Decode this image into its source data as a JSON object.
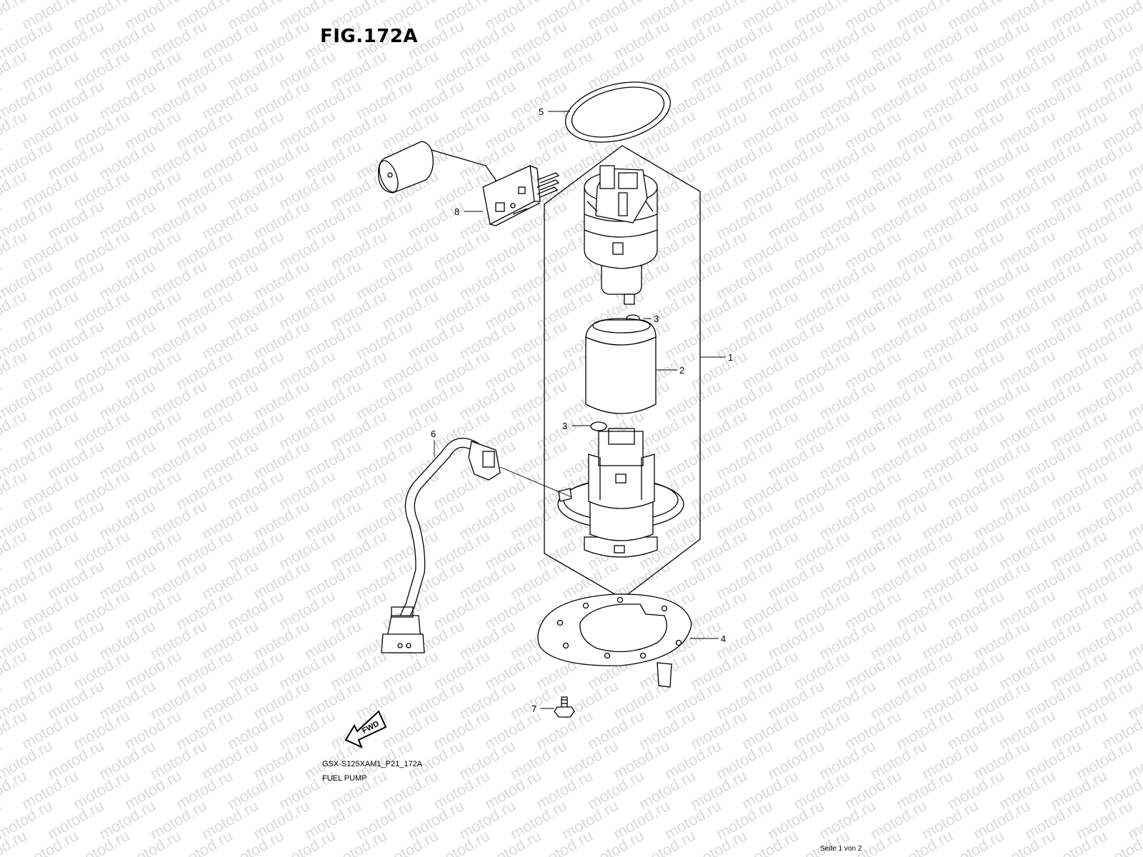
{
  "figure": {
    "title": "FIG.172A",
    "code": "GSX-S125XAM1_P21_172A",
    "name": "FUEL PUMP"
  },
  "watermark": "motod.ru",
  "page_indicator": "Seite 1 von 2",
  "direction_arrow": "FWD",
  "callouts": {
    "c1": "1",
    "c2": "2",
    "c3a": "3",
    "c3b": "3",
    "c4": "4",
    "c5": "5",
    "c6": "6",
    "c7": "7",
    "c8": "8"
  }
}
